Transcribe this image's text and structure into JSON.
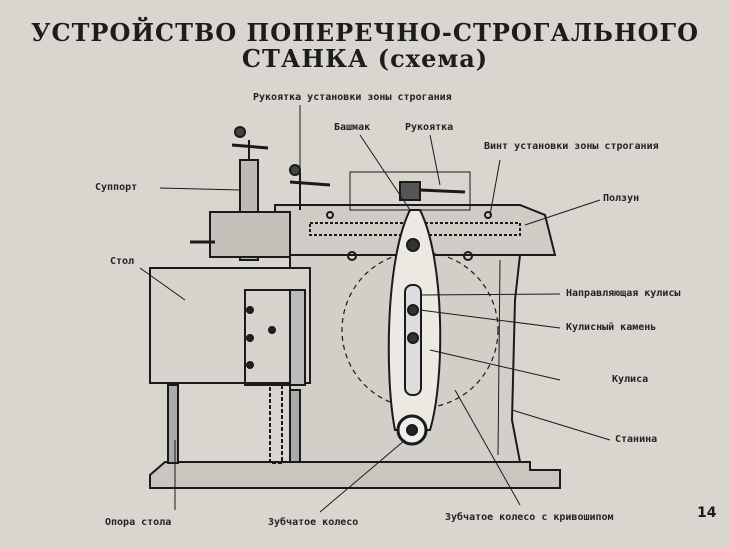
{
  "title": {
    "line1": "УСТРОЙСТВО ПОПЕРЕЧНО-СТРОГАЛЬНОГО",
    "line2": "СТАНКА (схема)"
  },
  "labels": {
    "handle_zone": "Рукоятка установки зоны",
    "handle_zone_bold": "строгания",
    "shoe": "Башмак",
    "handle": "Рукоятка",
    "screw_zone": "Винт установки зоны",
    "screw_zone_bold": "строгания",
    "support": "Суппорт",
    "slider": "Ползун",
    "table": "Стол",
    "guide": "Направляющая кулисы",
    "stone": "Кулисный камень",
    "rocker": "Кулиса",
    "frame": "Станина",
    "table_support": "Опора стола",
    "gear": "Зубчатое колесо",
    "crank_gear": "Зубчатое колесо с кривошипом"
  },
  "page_number": "14",
  "colors": {
    "background": "#d9d6cf",
    "ink": "#1a1a1a"
  }
}
